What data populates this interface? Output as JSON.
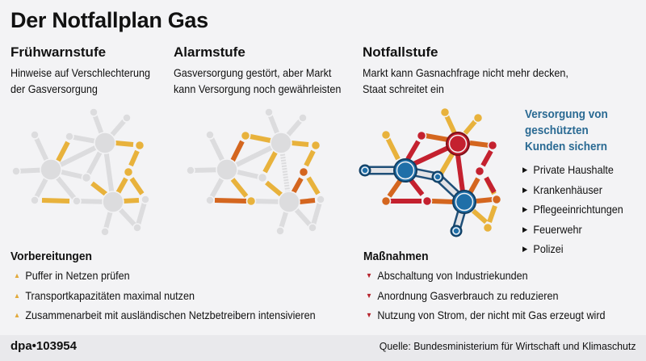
{
  "title": "Der Notfallplan Gas",
  "stages": [
    {
      "heading": "Frühwarnstufe",
      "desc_lines": [
        "Hinweise auf Verschlechterung",
        "der Gasversorgung"
      ]
    },
    {
      "heading": "Alarmstufe",
      "desc_lines": [
        "Gasversorgung gestört, aber Markt",
        "kann Versorgung noch gewährleisten"
      ]
    },
    {
      "heading": "Notfallstufe",
      "desc_lines": [
        "Markt kann Gasnachfrage nicht mehr decken,",
        "Staat schreitet ein"
      ]
    }
  ],
  "protected": {
    "heading_lines": [
      "Versorgung von",
      "geschützten",
      "Kunden sichern"
    ],
    "items": [
      "Private Haushalte",
      "Krankenhäuser",
      "Pflegeeinrichtungen",
      "Feuerwehr",
      "Polizei"
    ]
  },
  "preparations": {
    "heading": "Vorbereitungen",
    "marker": "▲",
    "items": [
      "Puffer in Netzen prüfen",
      "Transportkapazitäten maximal nutzen",
      "Zusammenarbeit mit ausländischen Netzbetreibern intensivieren"
    ]
  },
  "measures": {
    "heading": "Maßnahmen",
    "marker": "▼",
    "items": [
      "Abschaltung von Industriekunden",
      "Anordnung Gasverbrauch zu reduzieren",
      "Nutzung von Strom, der nicht mit Gas erzeugt wird"
    ]
  },
  "footer": {
    "agency": "dpa•103954",
    "source": "Quelle: Bundesministerium für Wirtschaft und Klimaschutz"
  },
  "colors": {
    "neutral": "#d9d9db",
    "yellow": "#e8b23c",
    "orange": "#d4661f",
    "red": "#c4212f",
    "blue": "#1f6fa8",
    "heading_blue": "#2a6a93",
    "prep_marker": "#e2a93a",
    "measure_marker": "#b5222c"
  }
}
